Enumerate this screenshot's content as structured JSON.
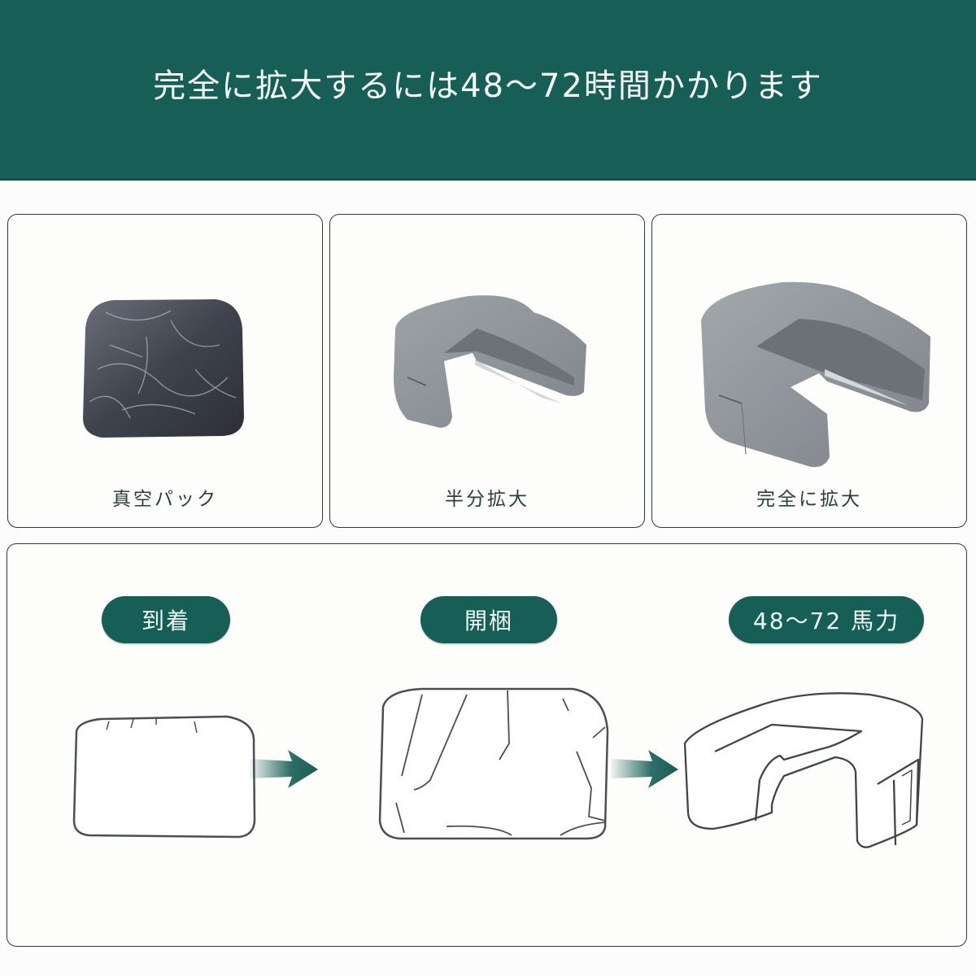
{
  "banner": {
    "title": "完全に拡大するには48～72時間かかります",
    "background_color": "#175e56"
  },
  "stages": [
    {
      "label": "真空パック",
      "image": "vacuum-packed-cushion"
    },
    {
      "label": "半分拡大",
      "image": "half-expanded-u-cushion"
    },
    {
      "label": "完全に拡大",
      "image": "fully-expanded-u-cushion"
    }
  ],
  "process": {
    "steps": [
      {
        "label": "到着",
        "sketch": "compressed-package-sketch"
      },
      {
        "label": "開梱",
        "sketch": "unpacked-package-sketch"
      },
      {
        "label": "48～72 馬力",
        "sketch": "expanded-u-cushion-sketch"
      }
    ],
    "arrow_color": "#175e56",
    "pill_color": "#175e56"
  }
}
